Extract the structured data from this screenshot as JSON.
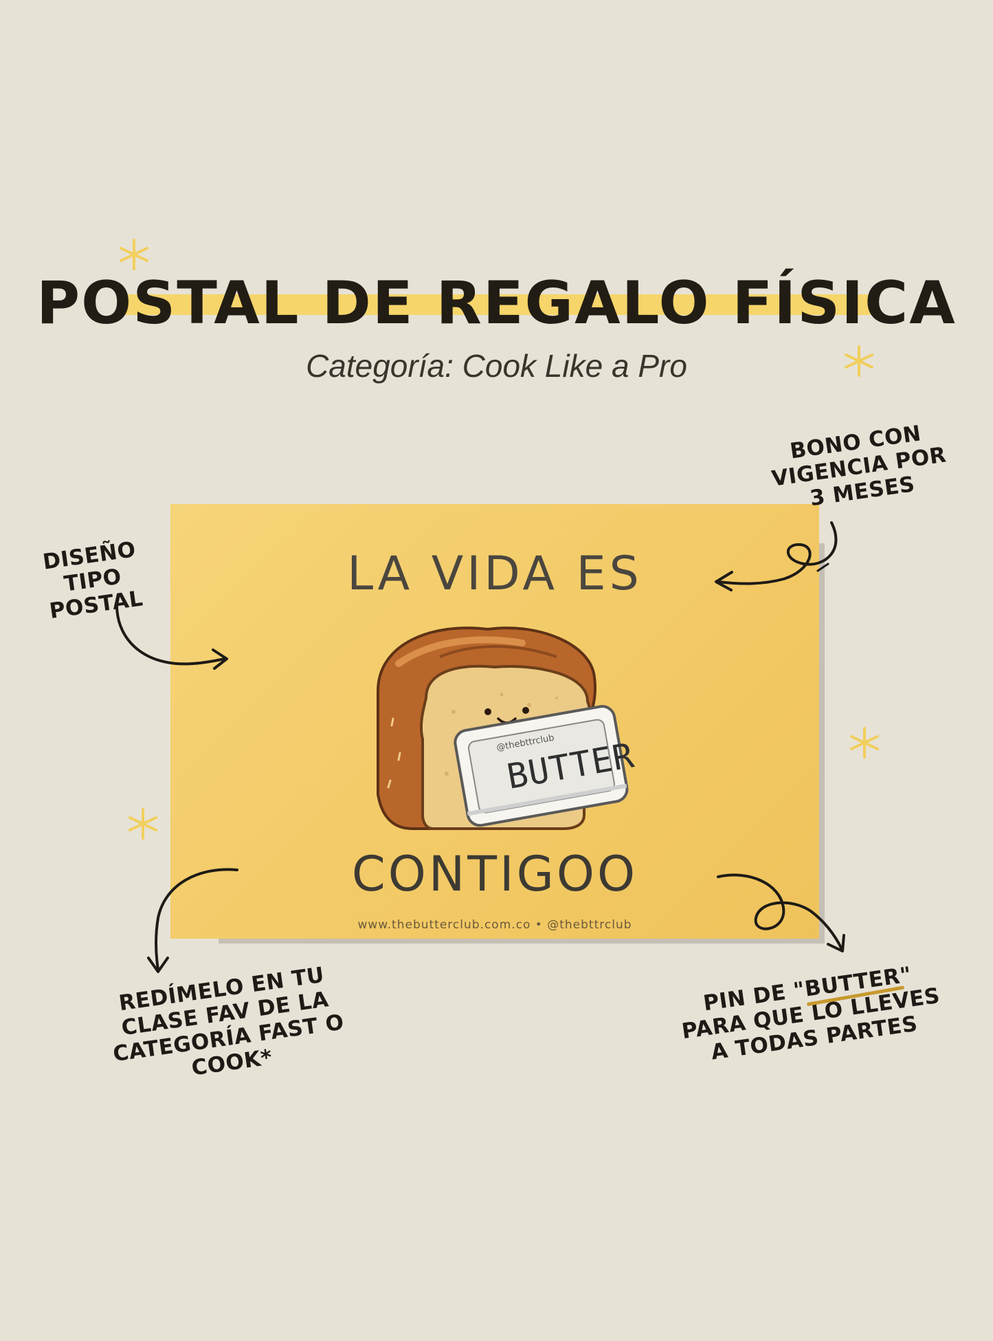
{
  "header": {
    "title": "POSTAL DE REGALO FÍSICA",
    "subtitle": "Categoría: Cook Like a Pro"
  },
  "card": {
    "line1": "LA VIDA ES",
    "line2": "CONTIGOO",
    "butter_label": "BUTTER",
    "butter_handle": "@thebttrclub",
    "footer": "www.thebutterclub.com.co • @thebttrclub"
  },
  "notes": {
    "top_left": "DISEÑO TIPO POSTAL",
    "top_right": "BONO CON VIGENCIA POR 3 MESES",
    "bottom_left": "REDÍMELO EN TU CLASE FAV DE LA CATEGORÍA FAST O COOK*",
    "bottom_right_prefix": "PIN DE \"",
    "bottom_right_word": "BUTTER",
    "bottom_right_suffix": "\" PARA QUE LO LLEVES A TODAS PARTES"
  },
  "colors": {
    "background": "#e7e2d6",
    "highlight": "#f6d56b",
    "card": "#f3cd6a",
    "sparkle": "#f1cf5c"
  }
}
